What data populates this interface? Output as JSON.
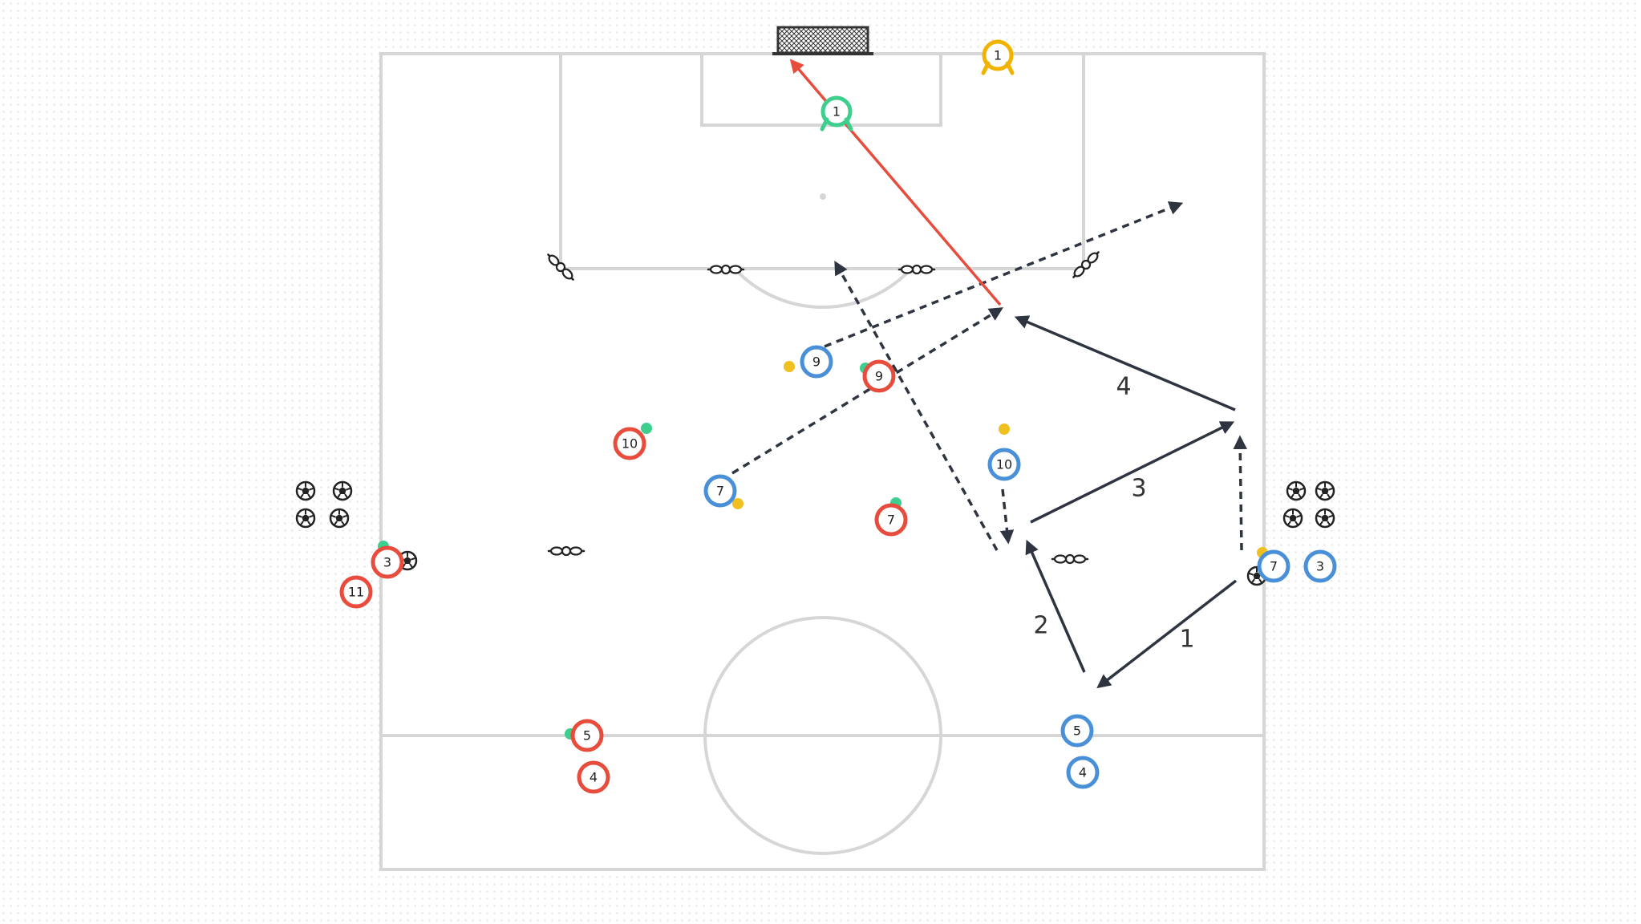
{
  "colors": {
    "pitch_line": "#d6d6d6",
    "pitch_fill": "#ffffff",
    "team_red": "#e74c3c",
    "team_blue": "#4a90d9",
    "keeper_green": "#3ecf8e",
    "keeper_yellow": "#f0b400",
    "arrow_dark": "#2e3440",
    "arrow_red": "#e74c3c",
    "dot_green": "#3ecf8e",
    "dot_yellow": "#f0c020",
    "cone": "#222222"
  },
  "icons": {
    "goal": "goal-net-icon",
    "ball": "soccer-ball-icon",
    "mannequin": "mannequin-icon",
    "keeper": "goalkeeper-icon"
  },
  "goalkeepers": [
    {
      "number": "1",
      "team": "green"
    },
    {
      "number": "1",
      "team": "yellow"
    }
  ],
  "red_players": [
    "10",
    "9",
    "7",
    "3",
    "11",
    "5",
    "4"
  ],
  "blue_players": [
    "9",
    "7",
    "10",
    "7",
    "3",
    "5",
    "4"
  ],
  "sequence_labels": [
    "1",
    "2",
    "3",
    "4"
  ]
}
